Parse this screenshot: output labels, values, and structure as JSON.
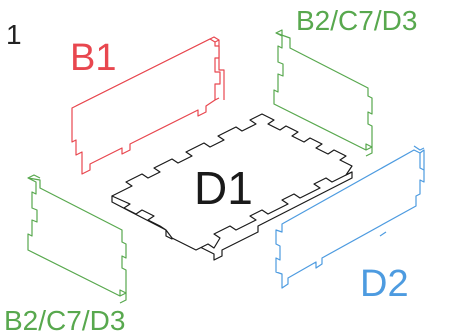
{
  "step_number": "1",
  "parts": {
    "b1": {
      "label": "B1",
      "color": "#e8474f"
    },
    "side_top_right": {
      "label": "B2/C7/D3",
      "color": "#58a84e"
    },
    "side_bottom_left": {
      "label": "B2/C7/D3",
      "color": "#58a84e"
    },
    "d1": {
      "label": "D1",
      "color": "#1a1a1a"
    },
    "d2": {
      "label": "D2",
      "color": "#4d9be0"
    }
  }
}
